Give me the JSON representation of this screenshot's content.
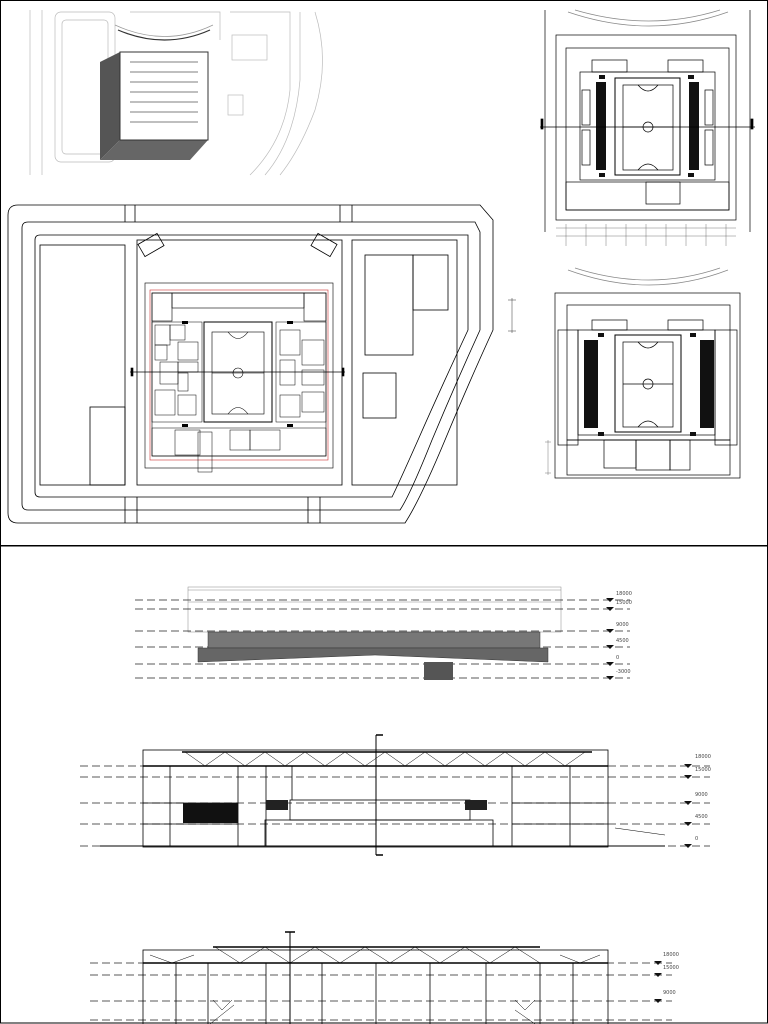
{
  "elevation_labels": {
    "section_top": [
      "18000",
      "15000",
      "9000",
      "4500",
      "0",
      "-3000"
    ],
    "section_middle": [
      "18000",
      "15000",
      "9000",
      "4500",
      "0"
    ],
    "section_bottom": [
      "18000",
      "15000",
      "9000"
    ]
  }
}
